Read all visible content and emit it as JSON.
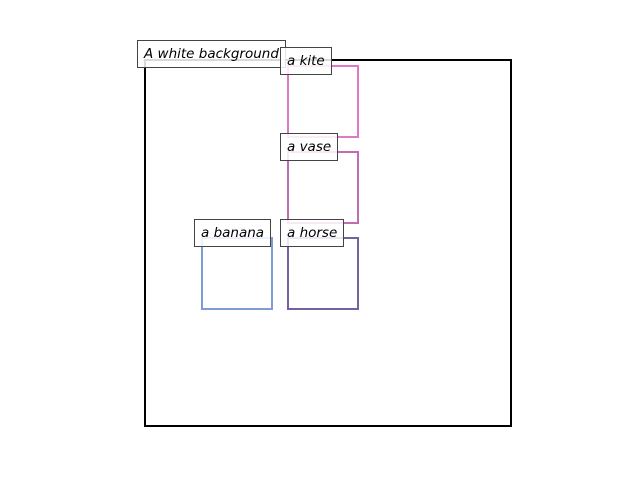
{
  "scene": {
    "caption": "A white background"
  },
  "objects": [
    {
      "id": "kite",
      "label": "a kite",
      "color": "#e377c2"
    },
    {
      "id": "vase",
      "label": "a vase",
      "color": "#c06cb0"
    },
    {
      "id": "banana",
      "label": "a banana",
      "color": "#7f9bd6"
    },
    {
      "id": "horse",
      "label": "a horse",
      "color": "#75619e"
    }
  ]
}
